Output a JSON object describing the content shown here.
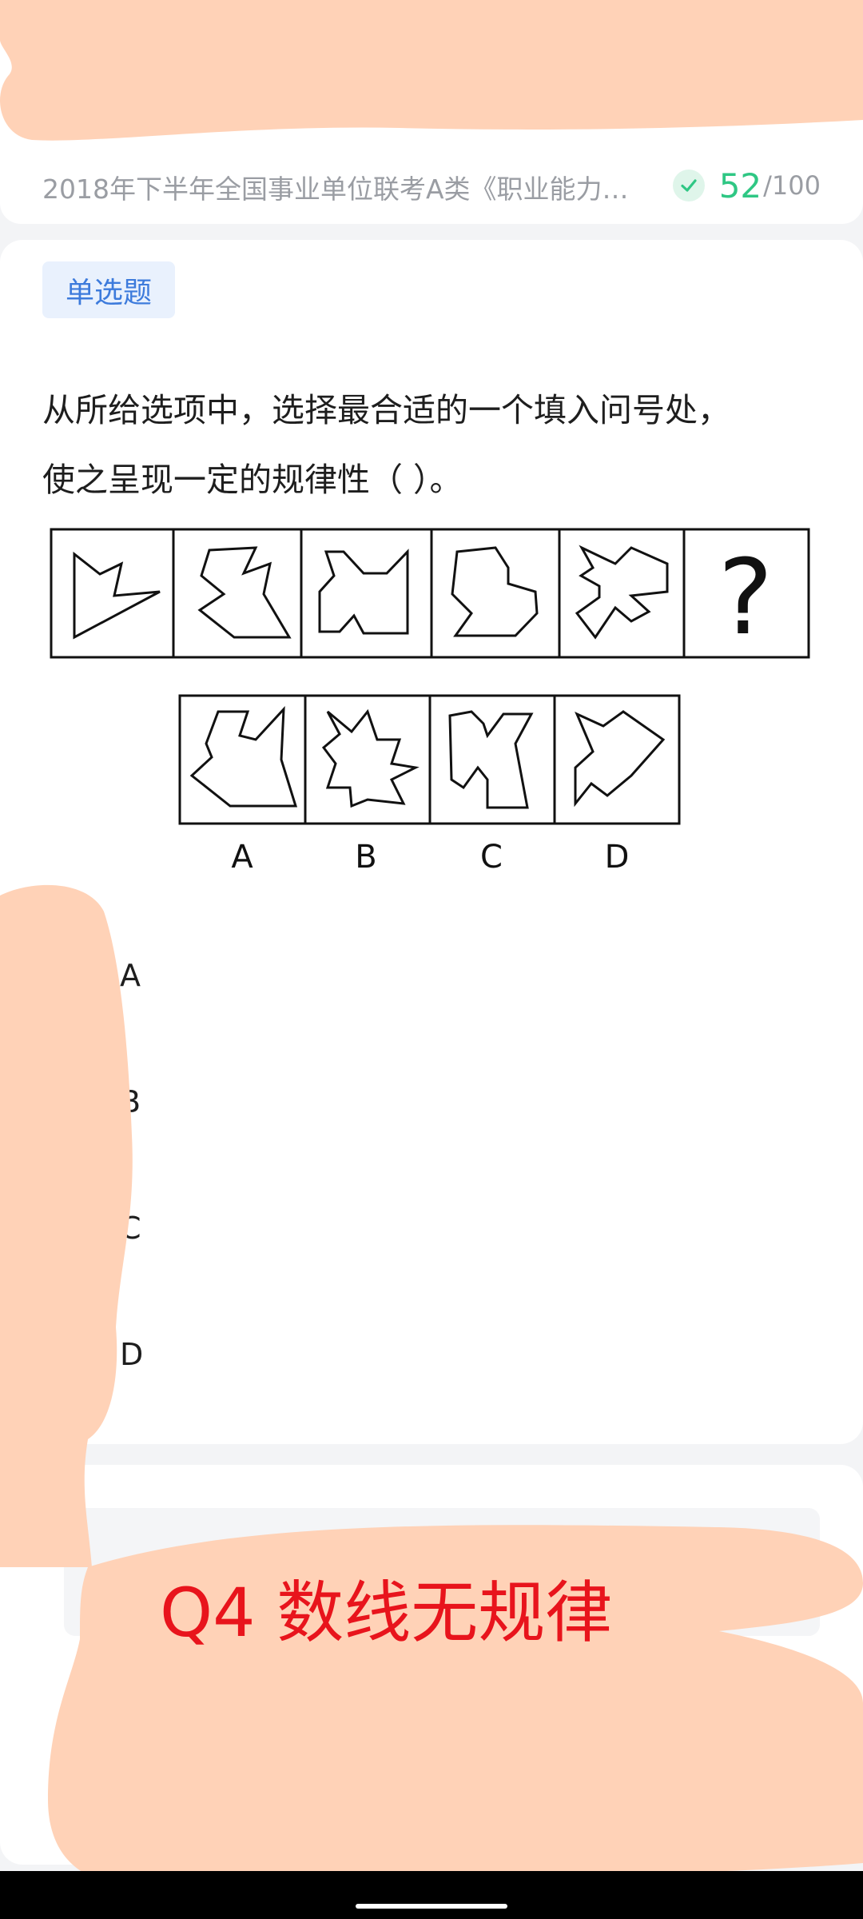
{
  "header": {
    "exam_title": "2018年下半年全国事业单位联考A类《职业能力…",
    "progress_current": "52",
    "progress_total": "/100"
  },
  "question": {
    "type_badge": "单选题",
    "stem_line1": "从所给选项中，选择最合适的一个填入问号处，",
    "stem_line2": "使之呈现一定的规律性（   ）。",
    "figure": {
      "question_mark": "?",
      "option_labels": [
        "A",
        "B",
        "C",
        "D"
      ]
    },
    "options": [
      "A",
      "B",
      "C",
      "D"
    ]
  },
  "annotation": {
    "text": "Q4 数线无规律"
  },
  "colors": {
    "accent_blue": "#3d7bdc",
    "success_green": "#2fc784",
    "redaction": "#ffd2b7",
    "annotation_red": "#e8141c"
  }
}
